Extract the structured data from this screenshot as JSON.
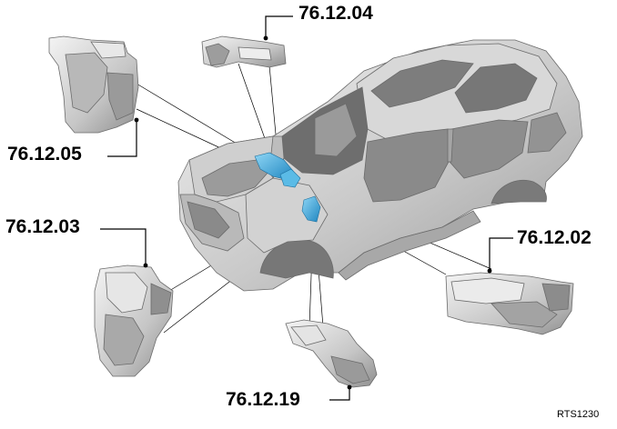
{
  "callouts": {
    "c04": "76.12.04",
    "c05": "76.12.05",
    "c03": "76.12.03",
    "c02": "76.12.02",
    "c19": "76.12.19"
  },
  "reference": "RTS1230",
  "colors": {
    "body_light": "#e3e3e3",
    "body_mid": "#bdbdbd",
    "body_dark": "#8e8e8e",
    "highlight": "#3fa9d8",
    "outline": "#6b6b6b",
    "leader": "#000000"
  }
}
